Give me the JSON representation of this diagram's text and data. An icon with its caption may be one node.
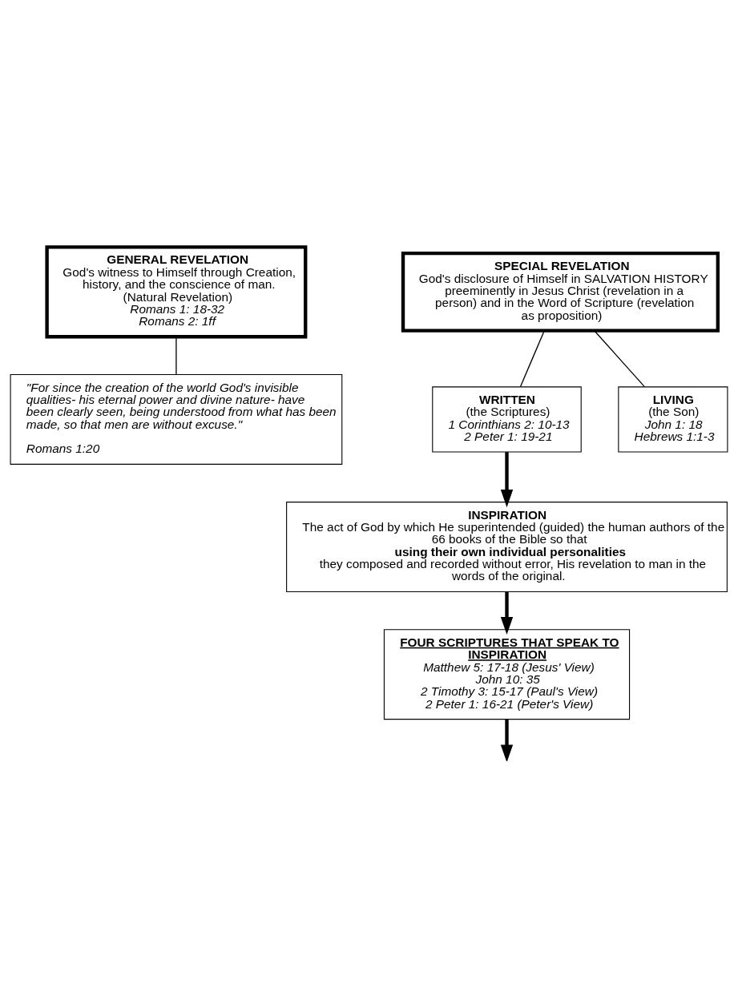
{
  "diagram": {
    "nodes": [
      {
        "text": [
          "GENERAL REVELATION",
          "God's witness to Himself through Creation, history, and the conscience of man.",
          "(Natural Revelation)",
          "Romans 1: 18-32",
          "Romans 2: 1ff"
        ]
      },
      {
        "text": [
          "\"For since the creation of the world God's invisible qualities- his eternal power and divine nature- have been clearly seen, being understood from what has been made, so that men are without excuse.\"",
          "Romans 1:20"
        ]
      },
      {
        "text": [
          "SPECIAL REVELATION",
          "God's disclosure of Himself in SALVATION HISTORY preeminently in Jesus Christ (revelation in a person) and in the Word of Scripture (revelation as proposition)"
        ]
      },
      {
        "text": [
          "WRITTEN",
          "(the Scriptures)",
          "1 Corinthians 2: 10-13",
          "2 Peter 1: 19-21"
        ]
      },
      {
        "text": [
          "LIVING",
          "(the Son)",
          "John 1: 18",
          "Hebrews 1:1-3"
        ]
      },
      {
        "text": [
          "INSPIRATION",
          "The act of God by which He superintended (guided) the human authors of the 66 books of the Bible so that **using their own individual personalities** they composed and recorded without error, His revelation to man in the words of the original."
        ]
      },
      {
        "text": [
          "FOUR SCRIPTURES THAT SPEAK TO INSPIRATION",
          "Matthew 5: 17-18 (Jesus' View)",
          "John 10: 35",
          "2 Timothy 3: 15-17 (Paul's View)",
          "2 Peter 1: 16-21 (Peter's View)"
        ]
      }
    ],
    "edges": [
      {
        "from": 0,
        "to": 1,
        "arrow": "none"
      },
      {
        "from": 2,
        "to": 3,
        "arrow": "none"
      },
      {
        "from": 2,
        "to": 4,
        "arrow": "none"
      },
      {
        "from": 3,
        "to": 5,
        "arrow": "to",
        "style": "thick"
      },
      {
        "from": 5,
        "to": 6,
        "arrow": "to",
        "style": "thick"
      },
      {
        "from": 6,
        "to": null,
        "arrow": "to",
        "style": "thick"
      }
    ]
  }
}
